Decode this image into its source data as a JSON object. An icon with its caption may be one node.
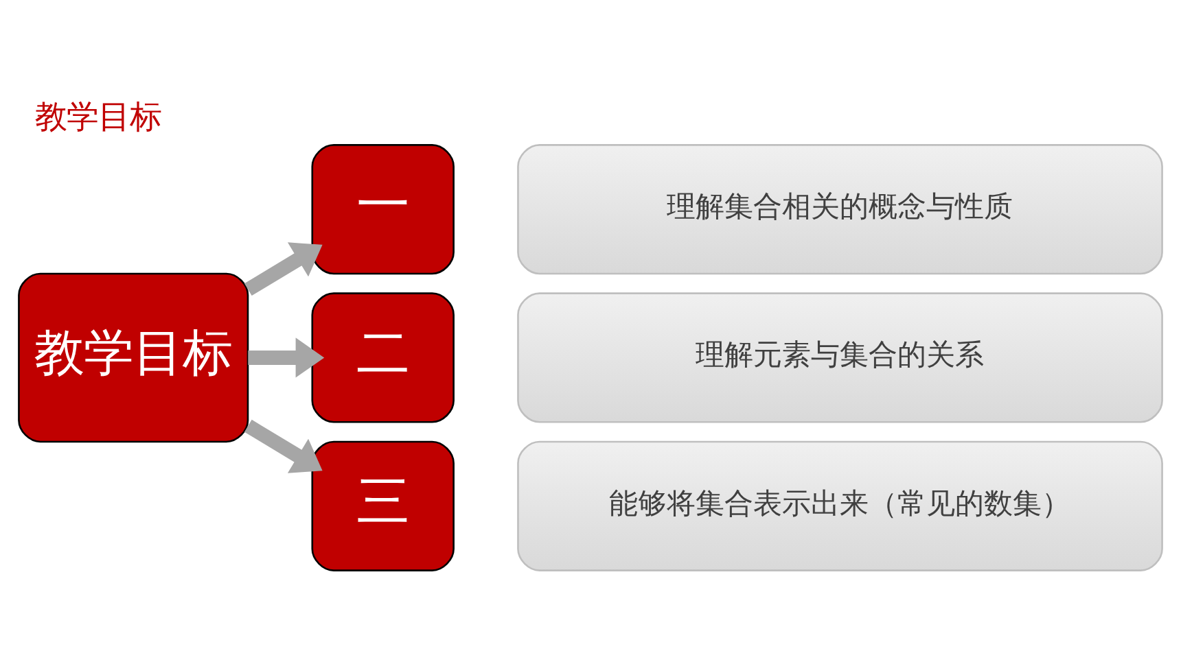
{
  "diagram": {
    "title": "教学目标",
    "nodes": [
      {
        "text": [
          "教学目标"
        ]
      },
      {
        "text": [
          "一"
        ]
      },
      {
        "text": [
          "理解集合相关的概念与性质"
        ]
      },
      {
        "text": [
          "二"
        ]
      },
      {
        "text": [
          "理解元素与集合的关系"
        ]
      },
      {
        "text": [
          "三"
        ]
      },
      {
        "text": [
          "能够将集合表示出来（常见的数集）"
        ]
      }
    ],
    "edges": [
      {
        "from": 0,
        "to": 1,
        "arrow": "to"
      },
      {
        "from": 0,
        "to": 3,
        "arrow": "to"
      },
      {
        "from": 0,
        "to": 5,
        "arrow": "to"
      }
    ]
  }
}
